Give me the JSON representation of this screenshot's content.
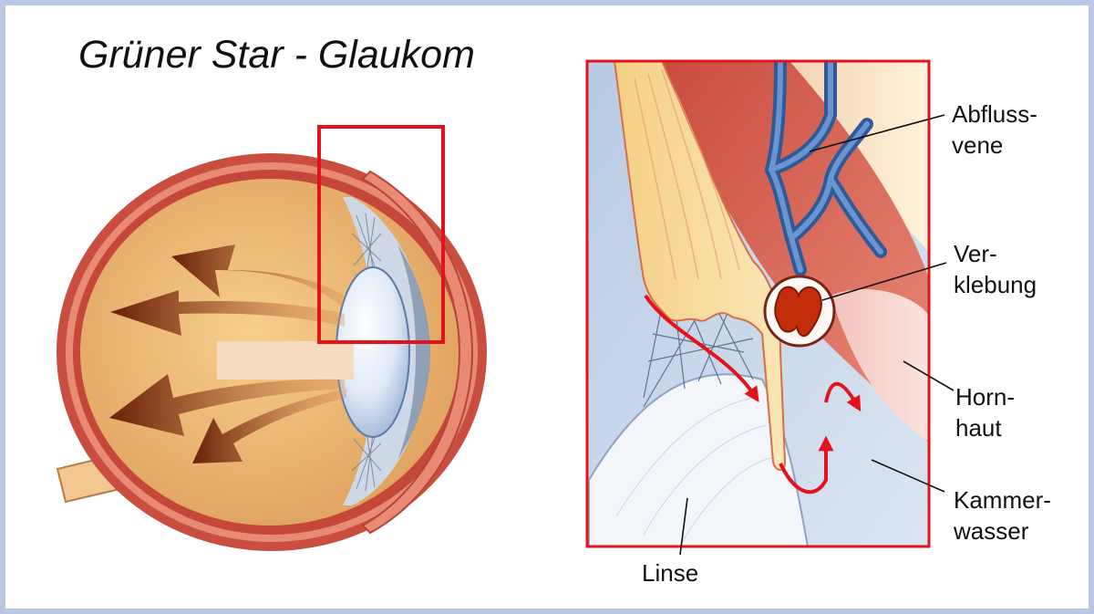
{
  "title": "Grüner Star - Glaukom",
  "labels": {
    "abfluss_line1": "Abfluss-",
    "abfluss_line2": "vene",
    "verklebung_line1": "Ver-",
    "verklebung_line2": "klebung",
    "hornhaut_line1": "Horn-",
    "hornhaut_line2": "haut",
    "kammer_line1": "Kammer-",
    "kammer_line2": "wasser",
    "linse": "Linse"
  },
  "colors": {
    "frame_border": "#b9c7e3",
    "highlight_box": "#e3121b",
    "vitreous": "#eab46f",
    "sclera": "#cf5b4c",
    "vein": "#3d6fb3",
    "flow_arrow": "#e3121b",
    "pressure_arrow": "#6e2b10",
    "fluid": "#c7d6ea"
  }
}
